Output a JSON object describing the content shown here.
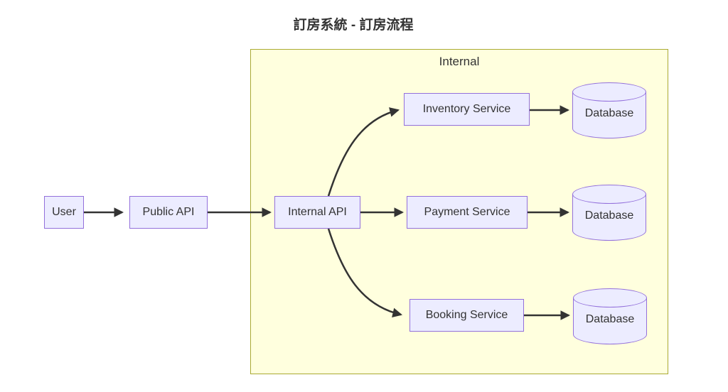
{
  "title": "訂房系統 - 訂房流程",
  "cluster": {
    "label": "Internal"
  },
  "nodes": {
    "user": "User",
    "public_api": "Public API",
    "internal_api": "Internal API",
    "inventory": "Inventory Service",
    "payment": "Payment Service",
    "booking": "Booking Service",
    "database1": "Database",
    "database2": "Database",
    "database3": "Database"
  },
  "edges": [
    {
      "from": "User",
      "to": "Public API"
    },
    {
      "from": "Public API",
      "to": "Internal API"
    },
    {
      "from": "Internal API",
      "to": "Inventory Service"
    },
    {
      "from": "Internal API",
      "to": "Payment Service"
    },
    {
      "from": "Internal API",
      "to": "Booking Service"
    },
    {
      "from": "Inventory Service",
      "to": "Database"
    },
    {
      "from": "Payment Service",
      "to": "Database"
    },
    {
      "from": "Booking Service",
      "to": "Database"
    }
  ],
  "colors": {
    "node_fill": "#ECECFF",
    "node_border": "#9370DB",
    "cluster_fill": "#ffffde",
    "cluster_border": "#aaaa33",
    "edge_color": "#333333",
    "text_color": "#333333"
  }
}
